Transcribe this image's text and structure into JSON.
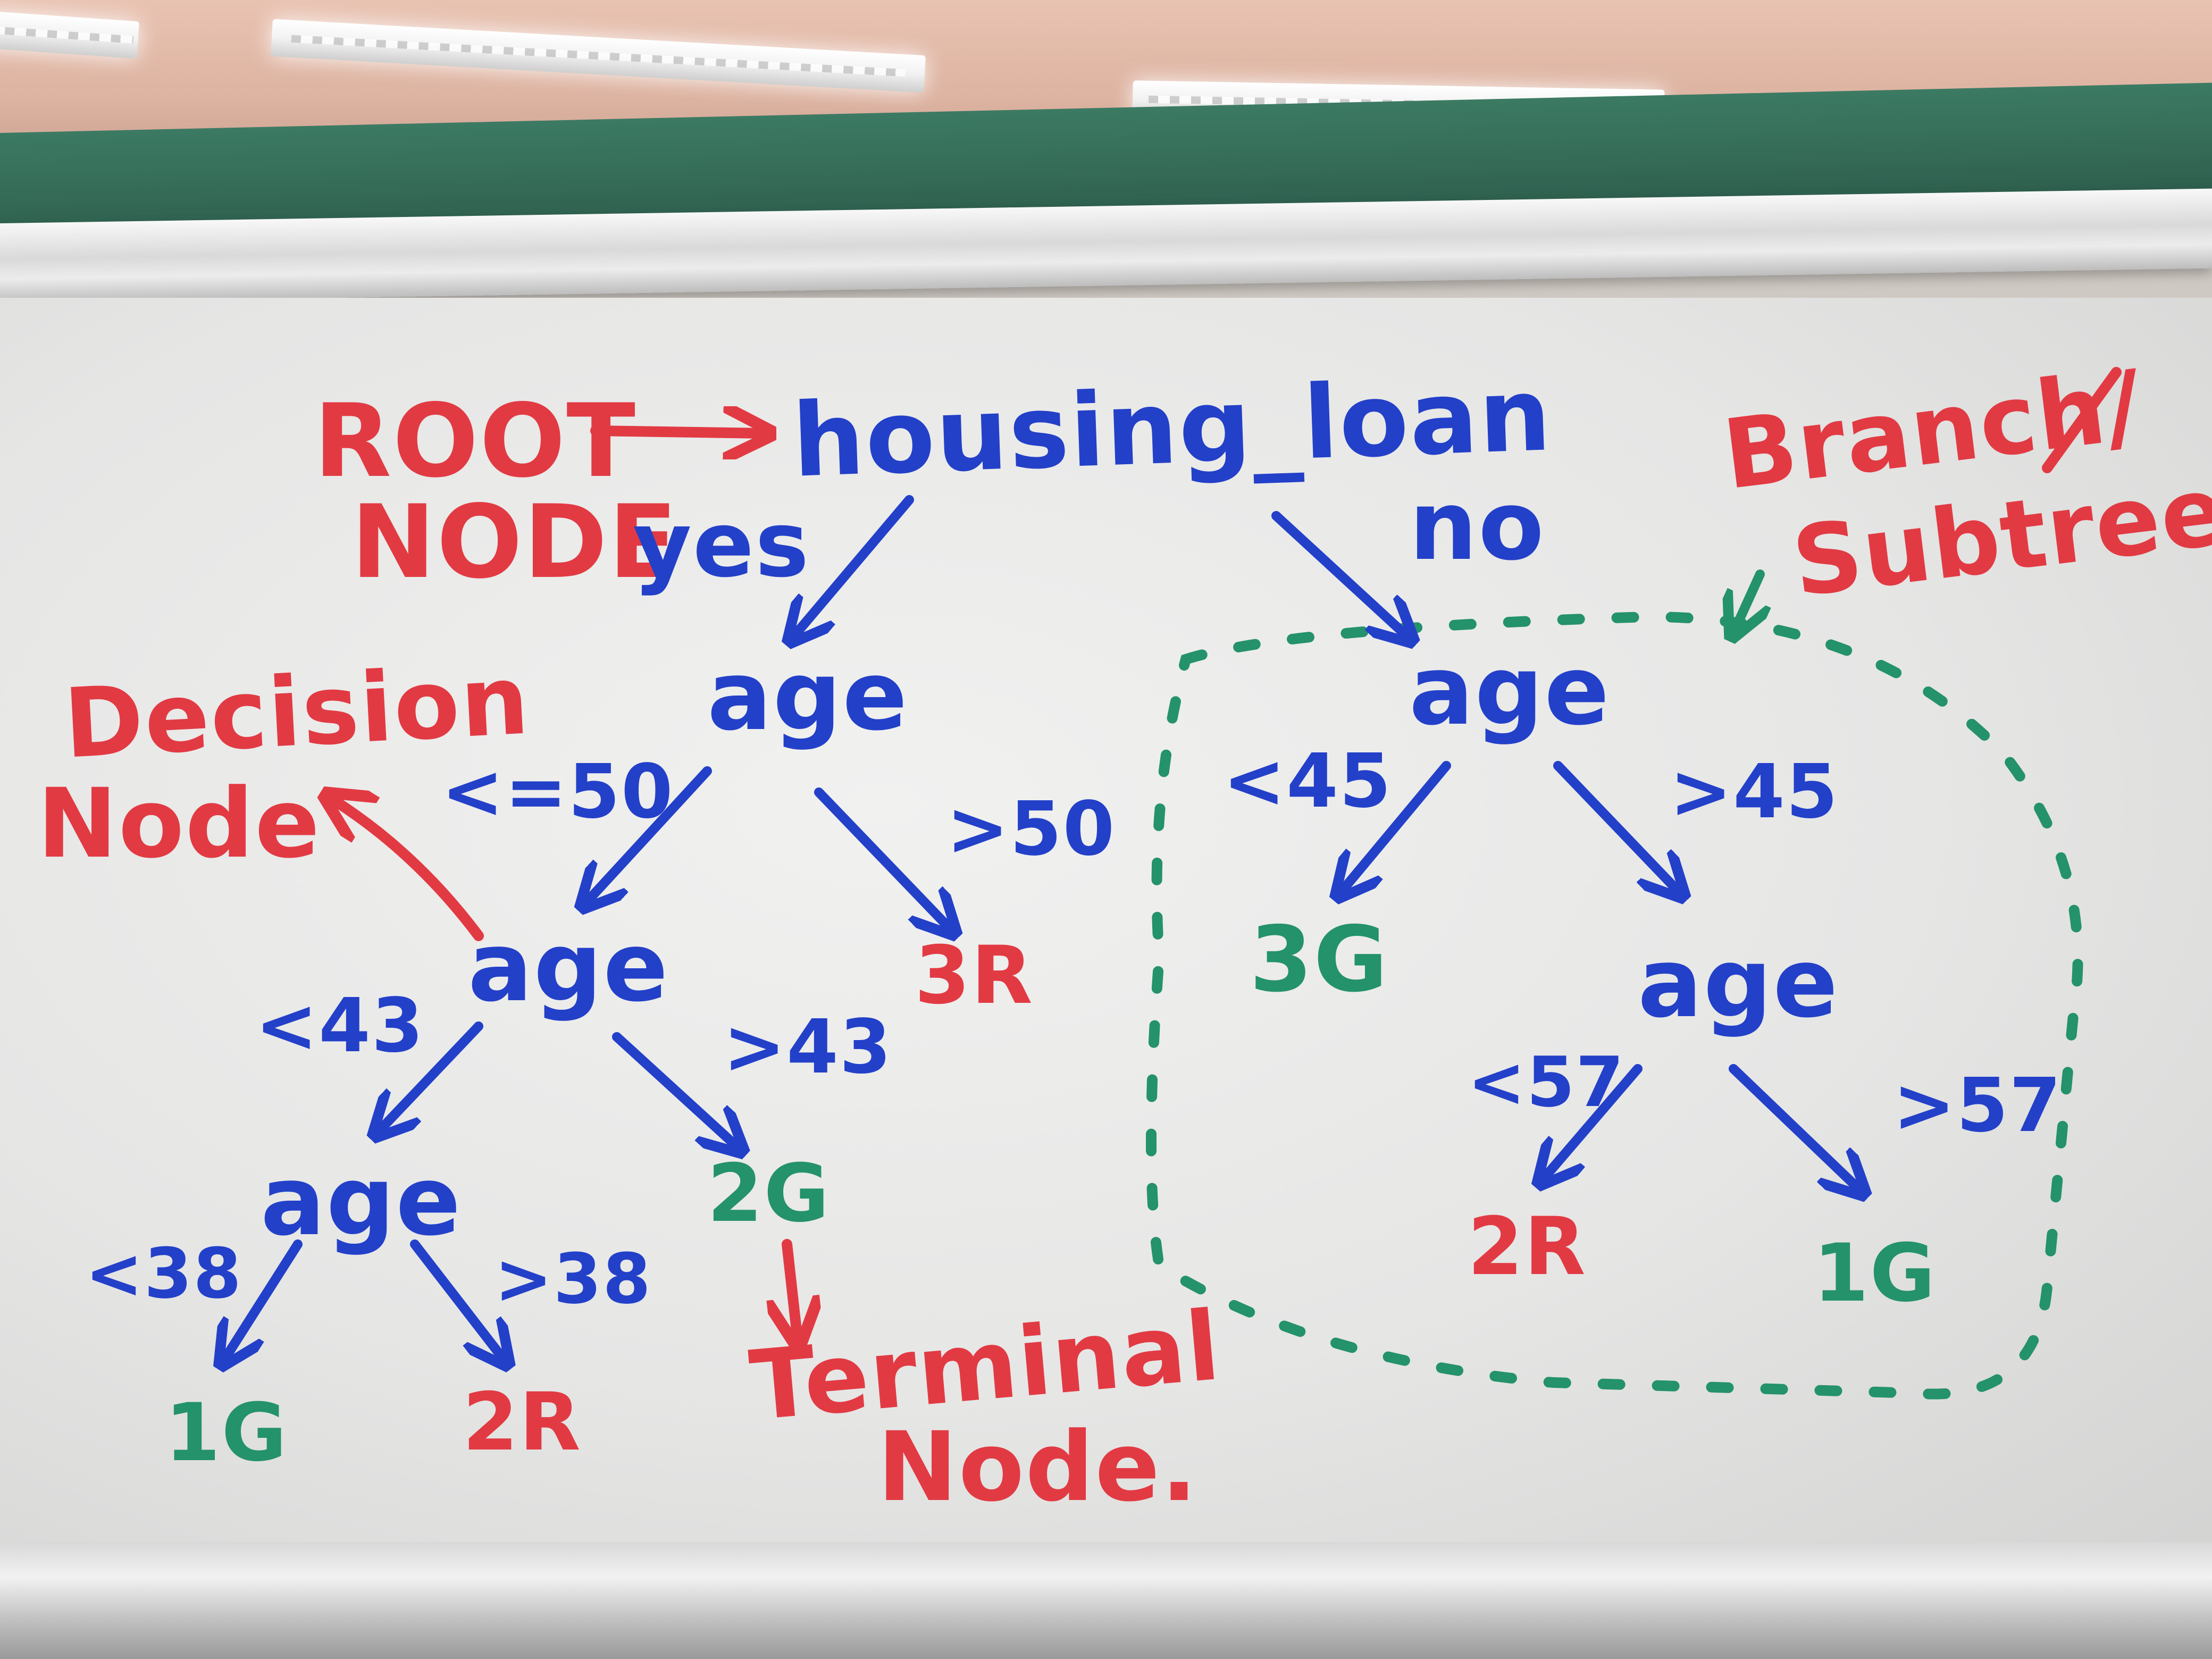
{
  "colors": {
    "marker_blue": "#2340c9",
    "marker_red": "#e23a43",
    "marker_green": "#24926a"
  },
  "whiteboard": {
    "root_feature": "housing_loan",
    "branch_yes": "yes",
    "branch_no": "no",
    "left_node": "age",
    "left_split_le": "<=50",
    "left_split_gt": ">50",
    "left_gt_leaf": "3R",
    "left_inner_node": "age",
    "left_inner_lt": "<43",
    "left_inner_gt": ">43",
    "left_inner_gt_leaf": "2G",
    "left_deep_node": "age",
    "left_deep_lt": "<38",
    "left_deep_gt": ">38",
    "left_deep_lt_leaf": "1G",
    "left_deep_gt_leaf": "2R",
    "right_node": "age",
    "right_split_lt": "<45",
    "right_split_gt": ">45",
    "right_lt_leaf": "3G",
    "right_inner_node": "age",
    "right_inner_lt": "<57",
    "right_inner_gt": ">57",
    "right_inner_lt_leaf": "2R",
    "right_inner_gt_leaf": "1G"
  },
  "annotations": {
    "root_line1": "ROOT",
    "root_line2": "NODE",
    "decision_line1": "Decision",
    "decision_line2": "Node",
    "terminal_line1": "Terminal",
    "terminal_line2": "Node.",
    "branch_line1": "Branch/",
    "branch_line2": "Subtree"
  }
}
